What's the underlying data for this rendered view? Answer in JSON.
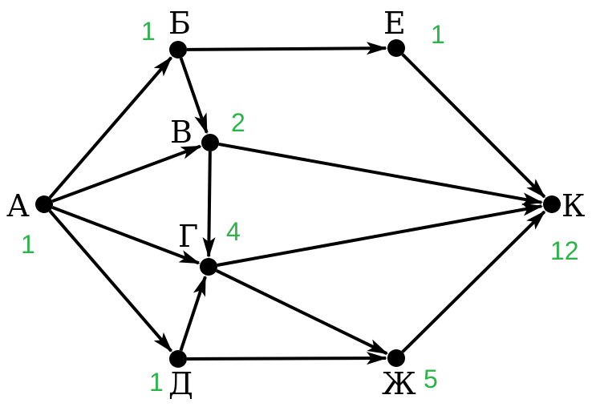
{
  "colors": {
    "edge": "#000000",
    "node": "#000000",
    "count": "#2db34a"
  },
  "nodes": [
    {
      "id": "A",
      "label": "А",
      "count": "1"
    },
    {
      "id": "B",
      "label": "Б",
      "count": "1"
    },
    {
      "id": "E",
      "label": "Е",
      "count": "1"
    },
    {
      "id": "V",
      "label": "В",
      "count": "2"
    },
    {
      "id": "G",
      "label": "Г",
      "count": "4"
    },
    {
      "id": "D",
      "label": "Д",
      "count": "1"
    },
    {
      "id": "Zh",
      "label": "Ж",
      "count": "5"
    },
    {
      "id": "K",
      "label": "К",
      "count": "12"
    }
  ],
  "edges": [
    {
      "from": "A",
      "to": "B"
    },
    {
      "from": "A",
      "to": "V"
    },
    {
      "from": "A",
      "to": "G"
    },
    {
      "from": "A",
      "to": "D"
    },
    {
      "from": "B",
      "to": "E"
    },
    {
      "from": "B",
      "to": "V"
    },
    {
      "from": "V",
      "to": "G"
    },
    {
      "from": "V",
      "to": "K"
    },
    {
      "from": "E",
      "to": "K"
    },
    {
      "from": "G",
      "to": "K"
    },
    {
      "from": "G",
      "to": "Zh"
    },
    {
      "from": "D",
      "to": "G"
    },
    {
      "from": "D",
      "to": "Zh"
    },
    {
      "from": "Zh",
      "to": "K"
    }
  ]
}
